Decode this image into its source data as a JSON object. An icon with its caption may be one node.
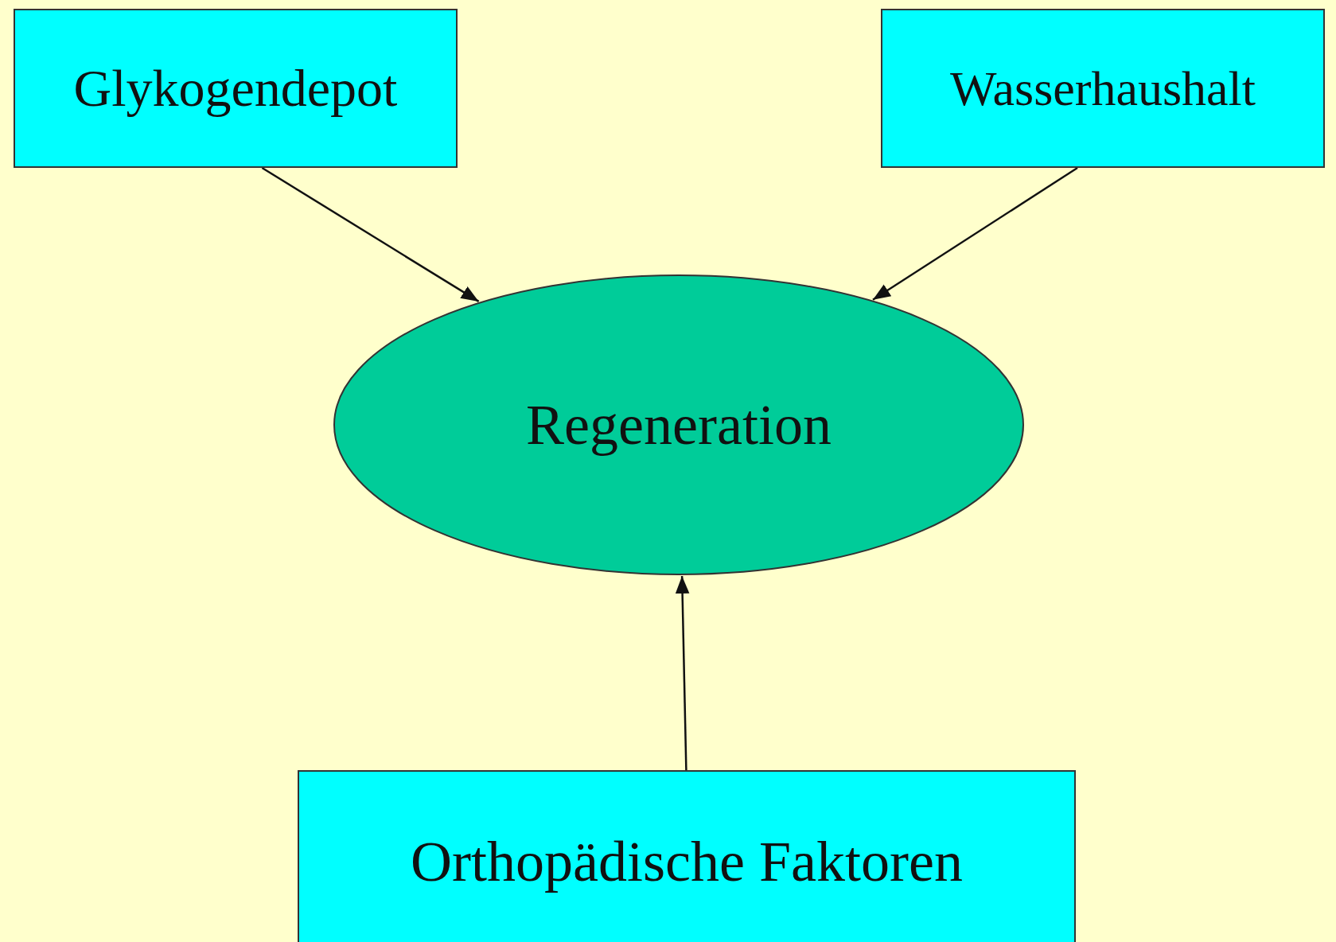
{
  "diagram": {
    "nodes": [
      {
        "text": [
          "Glykogendepot"
        ]
      },
      {
        "text": [
          "Wasserhaushalt"
        ]
      },
      {
        "text": [
          "Regeneration"
        ]
      },
      {
        "text": [
          "Orthopädische Faktoren"
        ]
      }
    ],
    "edges": [
      {
        "from": 0,
        "to": 2,
        "arrow": "to"
      },
      {
        "from": 1,
        "to": 2,
        "arrow": "to"
      },
      {
        "from": 3,
        "to": 2,
        "arrow": "to"
      }
    ]
  }
}
